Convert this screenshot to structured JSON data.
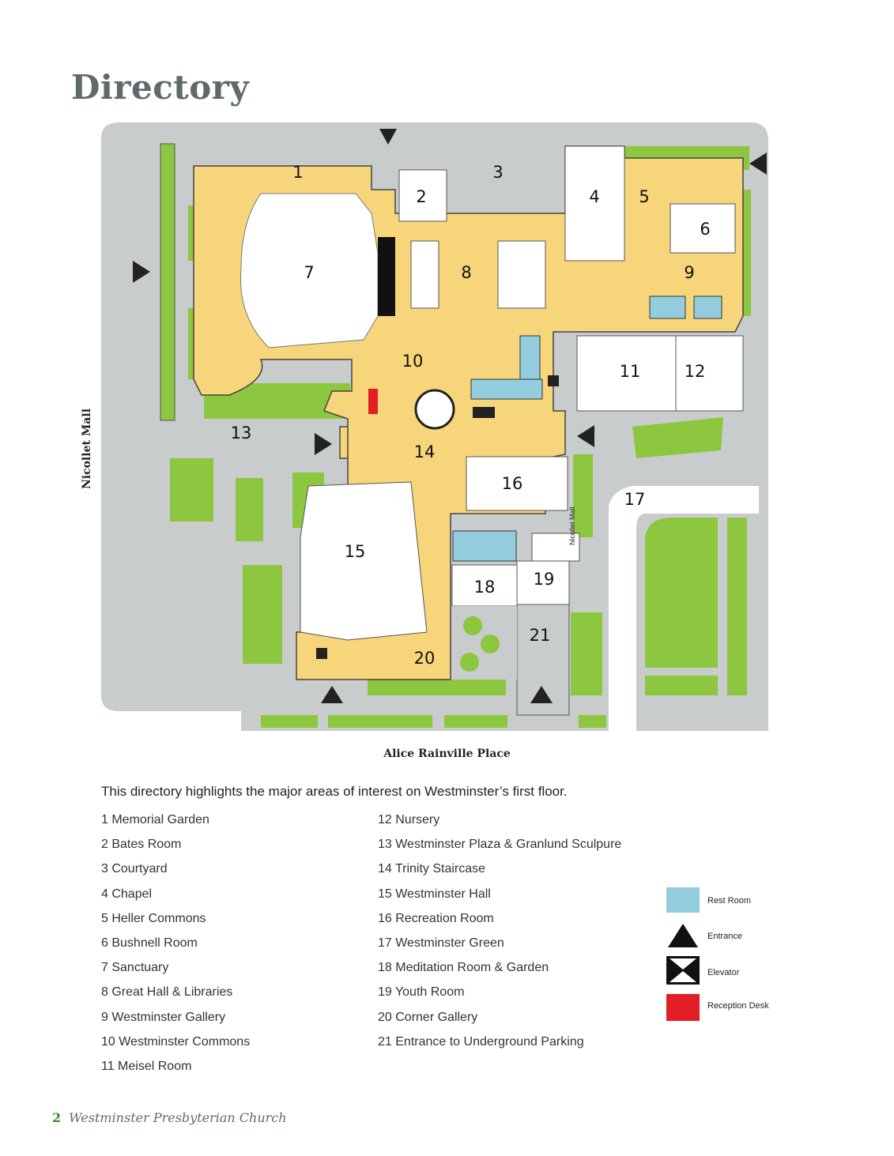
{
  "title": "Directory",
  "streets": {
    "bottom": "Alice Rainville Place",
    "left": "Nicollet Mall",
    "inner": "Nicollet Mall"
  },
  "map_numbers": [
    "1",
    "2",
    "3",
    "4",
    "5",
    "6",
    "7",
    "8",
    "9",
    "10",
    "11",
    "12",
    "13",
    "14",
    "15",
    "16",
    "17",
    "18",
    "19",
    "20",
    "21"
  ],
  "intro": "This directory highlights the major areas of interest on Westminster’s first floor.",
  "directory_col1": [
    "1 Memorial Garden",
    "2 Bates Room",
    "3 Courtyard",
    "4 Chapel",
    "5 Heller Commons",
    "6 Bushnell Room",
    "7 Sanctuary",
    "8 Great Hall & Libraries",
    "9 Westminster Gallery",
    "10 Westminster Commons",
    "11 Meisel Room"
  ],
  "directory_col2": [
    "12 Nursery",
    "13 Westminster Plaza & Granlund Sculpure",
    "14 Trinity Staircase",
    "15 Westminster Hall",
    "16 Recreation Room",
    "17 Westminster Green",
    "18 Meditation Room & Garden",
    "19 Youth Room",
    "20 Corner Gallery",
    "21 Entrance to Underground Parking"
  ],
  "legend": {
    "restroom": "Rest Room",
    "entrance": "Entrance",
    "elevator": "Elevator",
    "reception": "Reception Desk"
  },
  "footer": {
    "page": "2",
    "name": "Westminster Presbyterian Church"
  },
  "colors": {
    "street": "#c9cccc",
    "building": "#f7d57a",
    "green": "#8dc63f",
    "room": "#ffffff",
    "restroom": "#93cddd",
    "reception": "#e31e24",
    "wall": "#111111"
  }
}
